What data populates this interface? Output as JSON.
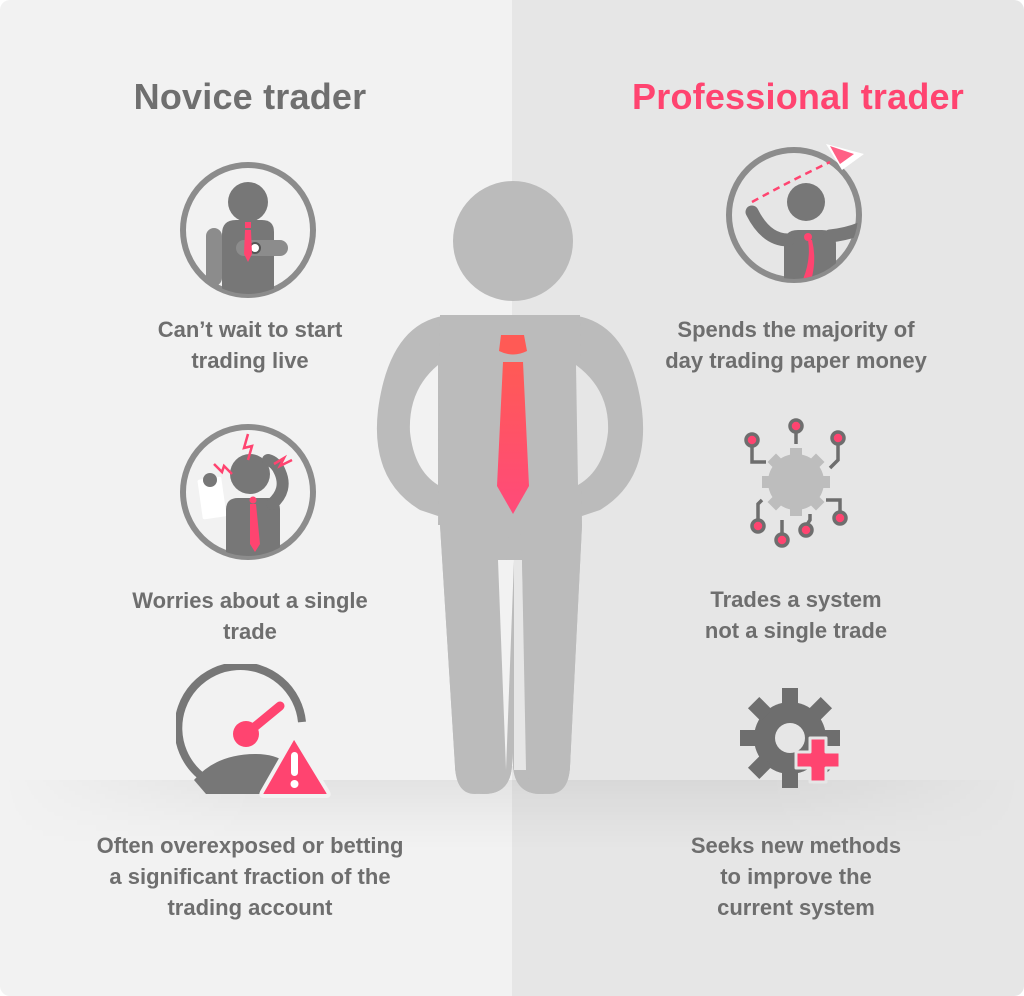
{
  "colors": {
    "left_background": "#f2f2f2",
    "right_background": "#e6e6e6",
    "accent_pink": "#ff4470",
    "text_gray": "#6e6e6e",
    "icon_gray": "#777777",
    "figure_gray": "#bbbbbb"
  },
  "left": {
    "title": "Novice trader",
    "items": [
      {
        "icon": "person-checking-watch-icon",
        "lines": [
          "Can’t wait to start",
          "trading live"
        ]
      },
      {
        "icon": "stressed-person-icon",
        "lines": [
          "Worries about a single",
          "trade"
        ]
      },
      {
        "icon": "speedometer-warning-icon",
        "lines": [
          "Often overexposed or betting",
          "a significant fraction of the",
          "trading account"
        ]
      }
    ]
  },
  "right": {
    "title": "Professional trader",
    "items": [
      {
        "icon": "person-throwing-paper-plane-icon",
        "lines": [
          "Spends the majority of",
          "day trading paper money"
        ]
      },
      {
        "icon": "gear-network-icon",
        "lines": [
          "Trades a system",
          "not a single trade"
        ]
      },
      {
        "icon": "gear-plus-icon",
        "lines": [
          "Seeks new methods",
          "to improve the",
          "current system"
        ]
      }
    ]
  },
  "center": {
    "figure": "businessman-figure-icon"
  }
}
